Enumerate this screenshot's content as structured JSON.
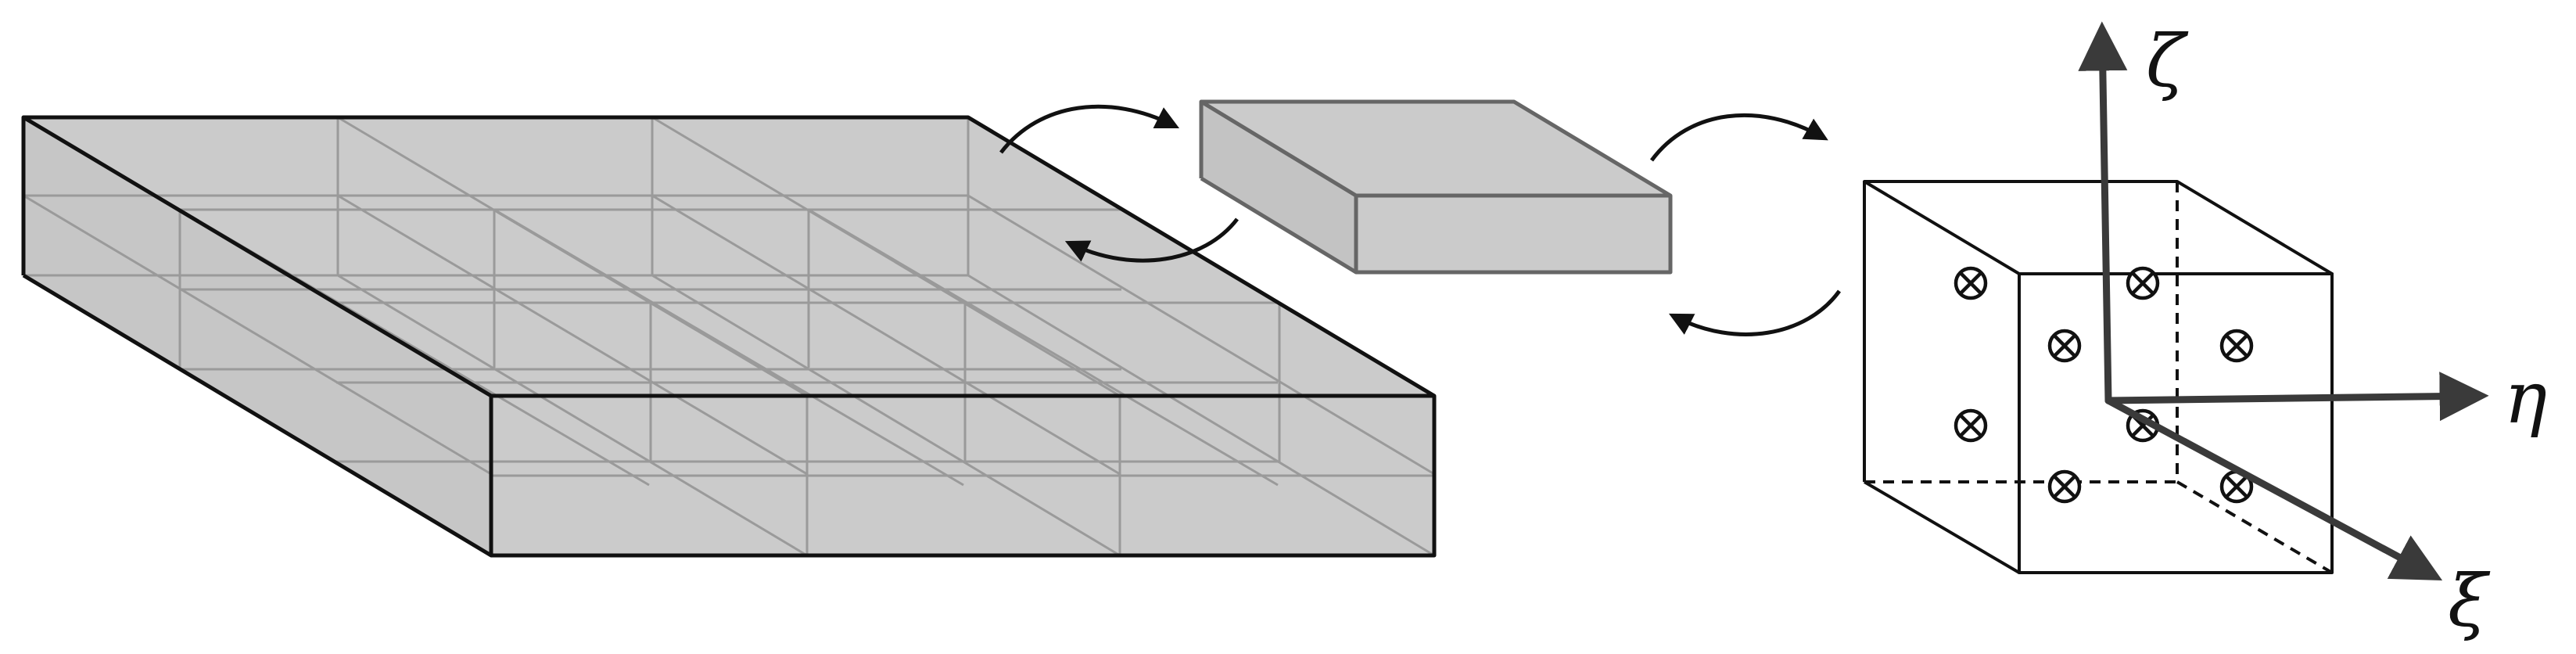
{
  "diagram": {
    "axes": {
      "zeta": "ζ",
      "eta": "η",
      "xi": "ξ"
    },
    "quadrature_point_symbol": "⊗",
    "colors": {
      "block_fill": "#cbcbcb",
      "block_edge": "#111111",
      "mesh_line": "#9a9a9a",
      "axis": "#3a3a3a",
      "arrow": "#111111"
    }
  }
}
